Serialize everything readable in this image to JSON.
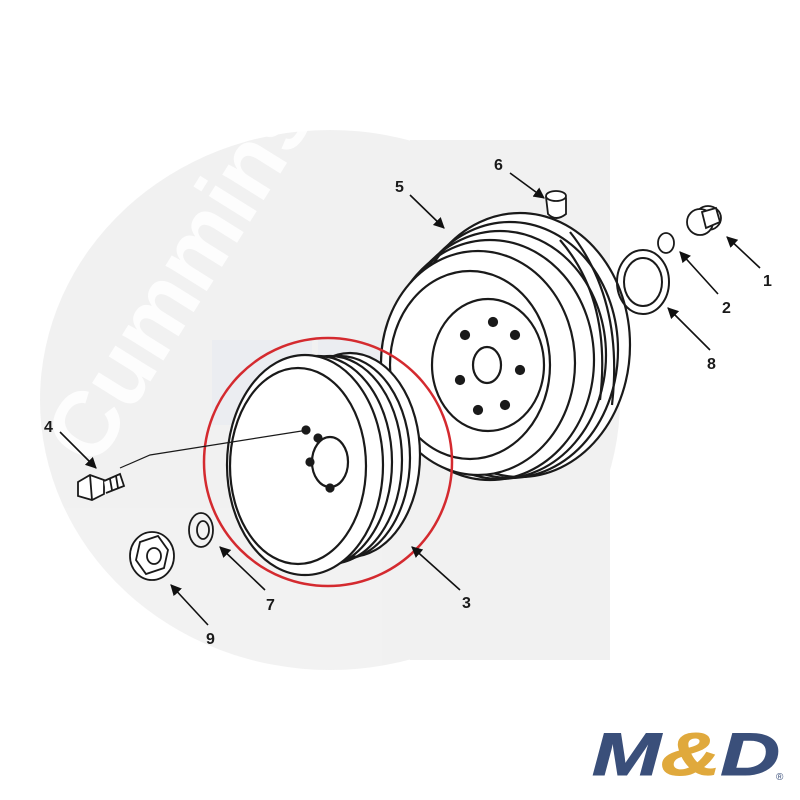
{
  "callouts": [
    {
      "id": "1",
      "label": "1"
    },
    {
      "id": "2",
      "label": "2"
    },
    {
      "id": "3",
      "label": "3"
    },
    {
      "id": "4",
      "label": "4"
    },
    {
      "id": "5",
      "label": "5"
    },
    {
      "id": "6",
      "label": "6"
    },
    {
      "id": "7",
      "label": "7"
    },
    {
      "id": "8",
      "label": "8"
    },
    {
      "id": "9",
      "label": "9"
    }
  ],
  "watermark": {
    "text": "Cummins"
  },
  "logo": {
    "text": "M&D",
    "mark": "®",
    "colors": {
      "blue": "#3a4f7a",
      "gold": "#e0a93c"
    }
  },
  "highlight": {
    "color": "#d42a2f",
    "target": "3"
  }
}
